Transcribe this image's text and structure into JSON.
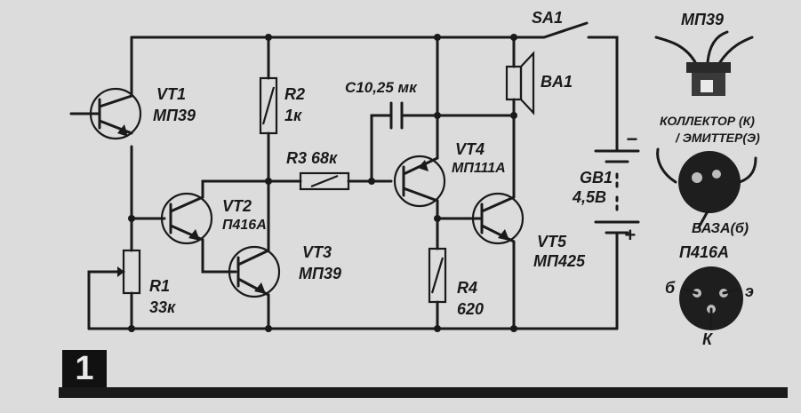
{
  "figure": {
    "number": "1"
  },
  "components": {
    "vt1": {
      "ref": "VT1",
      "type": "МП39"
    },
    "vt2": {
      "ref": "VT2",
      "type": "П416А"
    },
    "vt3": {
      "ref": "VT3",
      "type": "МП39"
    },
    "vt4": {
      "ref": "VT4",
      "type": "МП111А"
    },
    "vt5": {
      "ref": "VT5",
      "type": "МП425"
    },
    "r1": {
      "ref": "R1",
      "value": "33к"
    },
    "r2": {
      "ref": "R2",
      "value": "1к"
    },
    "r3": {
      "ref": "R3",
      "value": "68к"
    },
    "r4": {
      "ref": "R4",
      "value": "620"
    },
    "c1": {
      "ref": "C1",
      "value": "0,25 мк"
    },
    "ba1": {
      "ref": "BA1"
    },
    "sa1": {
      "ref": "SA1"
    },
    "gb1": {
      "ref": "GB1",
      "value": "4,5В",
      "minus": "−",
      "plus": "+"
    }
  },
  "pinouts": {
    "mp39_title": "МП39",
    "collector": "КОЛЛЕКТОР (К)",
    "emitter": "/ ЭМИТТЕР(Э)",
    "base": "БАЗА(б)",
    "p416a_title": "П416А",
    "pin_b": "б",
    "pin_e": "э",
    "pin_k": "К"
  }
}
